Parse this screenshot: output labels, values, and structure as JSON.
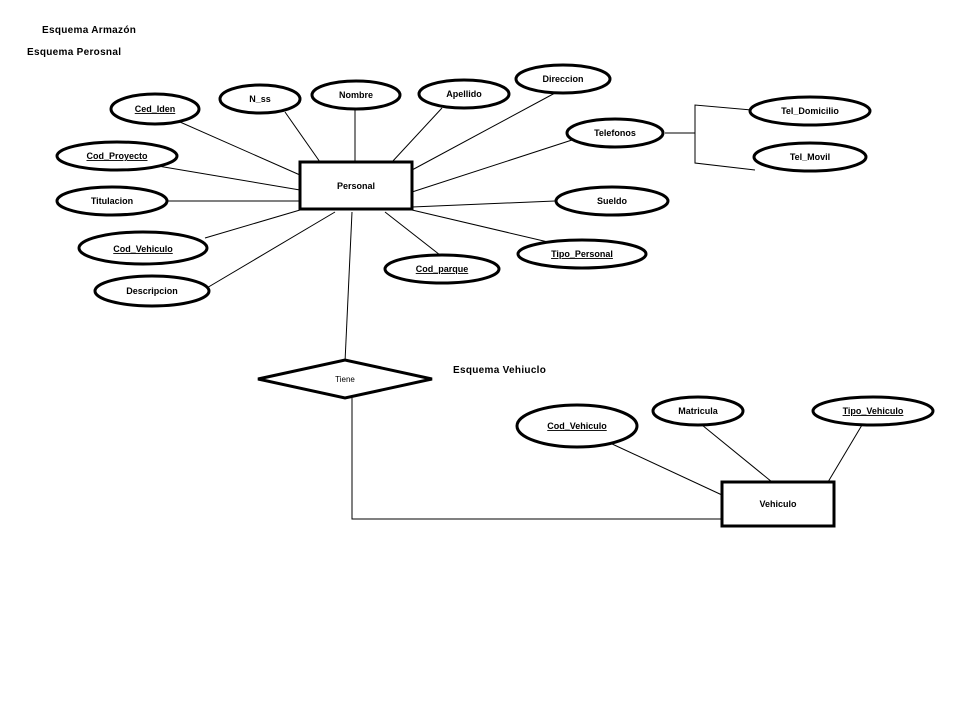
{
  "titles": {
    "armazon": "Esquema  Armazón",
    "personal": "Esquema Perosnal",
    "vehiculo": "Esquema  Vehiuclo"
  },
  "entities": {
    "personal": "Personal",
    "vehiculo": "Vehiculo"
  },
  "relationship": {
    "tiene": "Tiene"
  },
  "attributes": {
    "ced_iden": "Ced_Iden",
    "n_ss": "N_ss",
    "nombre": "Nombre",
    "apellido": "Apellido",
    "direccion": "Direccion",
    "telefonos": "Telefonos",
    "tel_domicilio": "Tel_Domicilio",
    "tel_movil": "Tel_Movil",
    "cod_proyecto": "Cod_Proyecto",
    "titulacion": "Titulacion",
    "sueldo": "Sueldo",
    "cod_vehiculo_p": "Cod_Vehiculo",
    "tipo_personal": "Tipo_Personal",
    "cod_parque": "Cod_parque",
    "descripcion": "Descripcion",
    "matricula": "Matricula",
    "tipo_vehiculo": "Tipo_Vehiculo",
    "cod_vehiculo_v": "Cod_Vehiculo"
  }
}
